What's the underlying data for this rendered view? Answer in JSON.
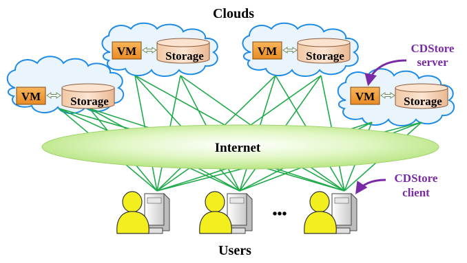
{
  "title_top": "Clouds",
  "title_bottom": "Users",
  "internet_label": "Internet",
  "vm_label": "VM",
  "storage_label": "Storage",
  "server_annotation": [
    "CDStore",
    "server"
  ],
  "client_annotation": [
    "CDStore",
    "client"
  ],
  "ellipsis": "•••",
  "colors": {
    "cloud_fill": "#e9f4fd",
    "cloud_stroke": "#1f8be6",
    "vm_fill": "#f5a13f",
    "storage_fill": "#f6d8bf",
    "link_green": "#1faa4a",
    "internet_fill": "#d2f0a8",
    "annotation_purple": "#7a2aa6",
    "user_yellow": "#f3ee1e"
  },
  "icons": [
    "cloud-icon",
    "vm-icon",
    "storage-cylinder-icon",
    "bidirectional-arrow-icon",
    "user-icon",
    "desktop-computer-icon"
  ]
}
